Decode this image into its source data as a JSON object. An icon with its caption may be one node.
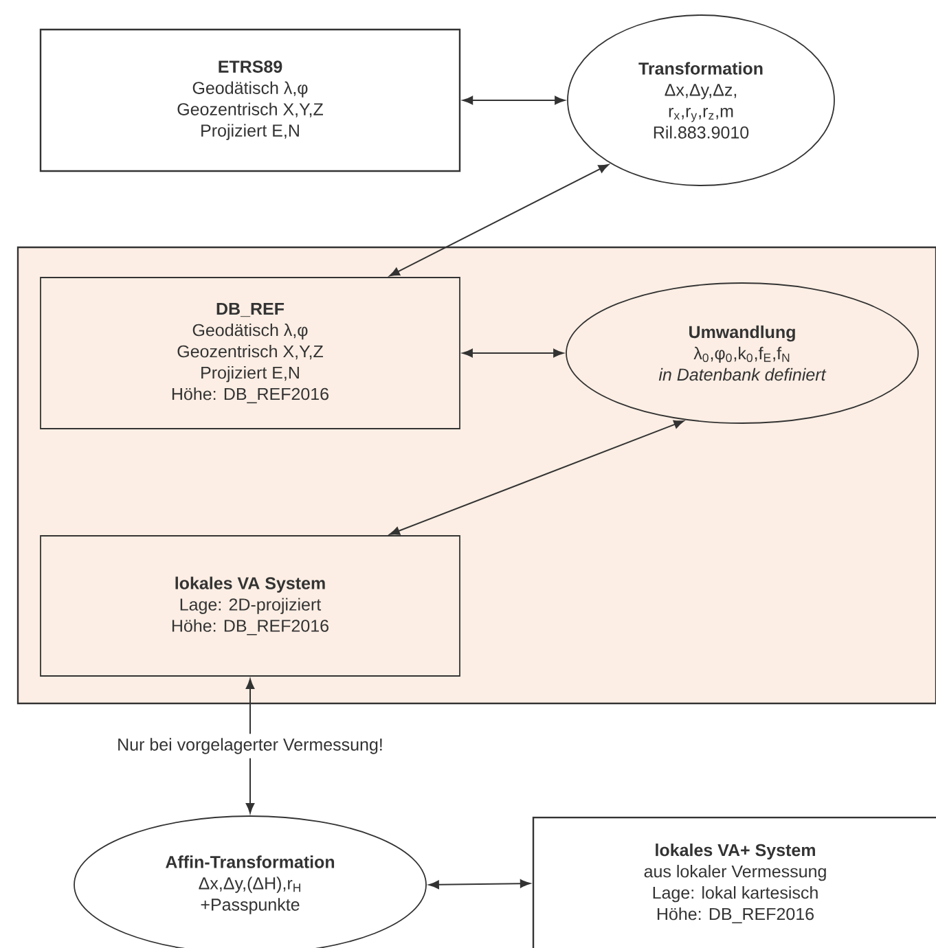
{
  "diagram": {
    "nodes": [
      {
        "text": [
          "ETRS89",
          "Geodätisch λ,φ",
          "Geozentrisch X,Y,Z",
          "Projiziert E,N"
        ]
      },
      {
        "text": [
          "Transformation",
          "Δx,Δy,Δz,",
          "r$_{x}$,r$_{y}$,r$_{z}$,m",
          "Ril.883.9010"
        ]
      },
      {
        "text": [],
        "shape": "box"
      },
      {
        "text": [
          "DB_REF",
          "Geodätisch λ,φ",
          "Geozentrisch X,Y,Z",
          "Projiziert E,N",
          "Höhe: DB_REF2016"
        ],
        "in": 2
      },
      {
        "text": [
          "Umwandlung",
          "λ$_{0}$,φ$_{0}$,k$_{0}$,f$_{E}$,f$_{N}$",
          "in Datenbank definiert"
        ],
        "in": 2
      },
      {
        "text": [
          "lokales VA System",
          "Lage: 2D-projiziert",
          "Höhe: DB_REF2016"
        ],
        "in": 2
      },
      {
        "text": [
          "Affin-Transformation",
          "Δx,Δy,(ΔH),r$_{H}$",
          "+Passpunkte"
        ]
      },
      {
        "text": [
          "lokales VA+ System",
          "aus lokaler Vermessung",
          "Lage: lokal kartesisch",
          "Höhe: DB_REF2016"
        ]
      }
    ],
    "edges": [
      {
        "from": 0,
        "to": 1,
        "arrow": "both"
      },
      {
        "from": 3,
        "to": 1,
        "arrow": "both"
      },
      {
        "from": 3,
        "to": 4,
        "arrow": "both"
      },
      {
        "from": 4,
        "to": 5,
        "arrow": "both"
      },
      {
        "from": 5,
        "to": 6,
        "arrow": "both",
        "label": "Nur bei vorgelagerter Vermessung!"
      },
      {
        "from": 6,
        "to": 7,
        "arrow": "both"
      }
    ]
  }
}
